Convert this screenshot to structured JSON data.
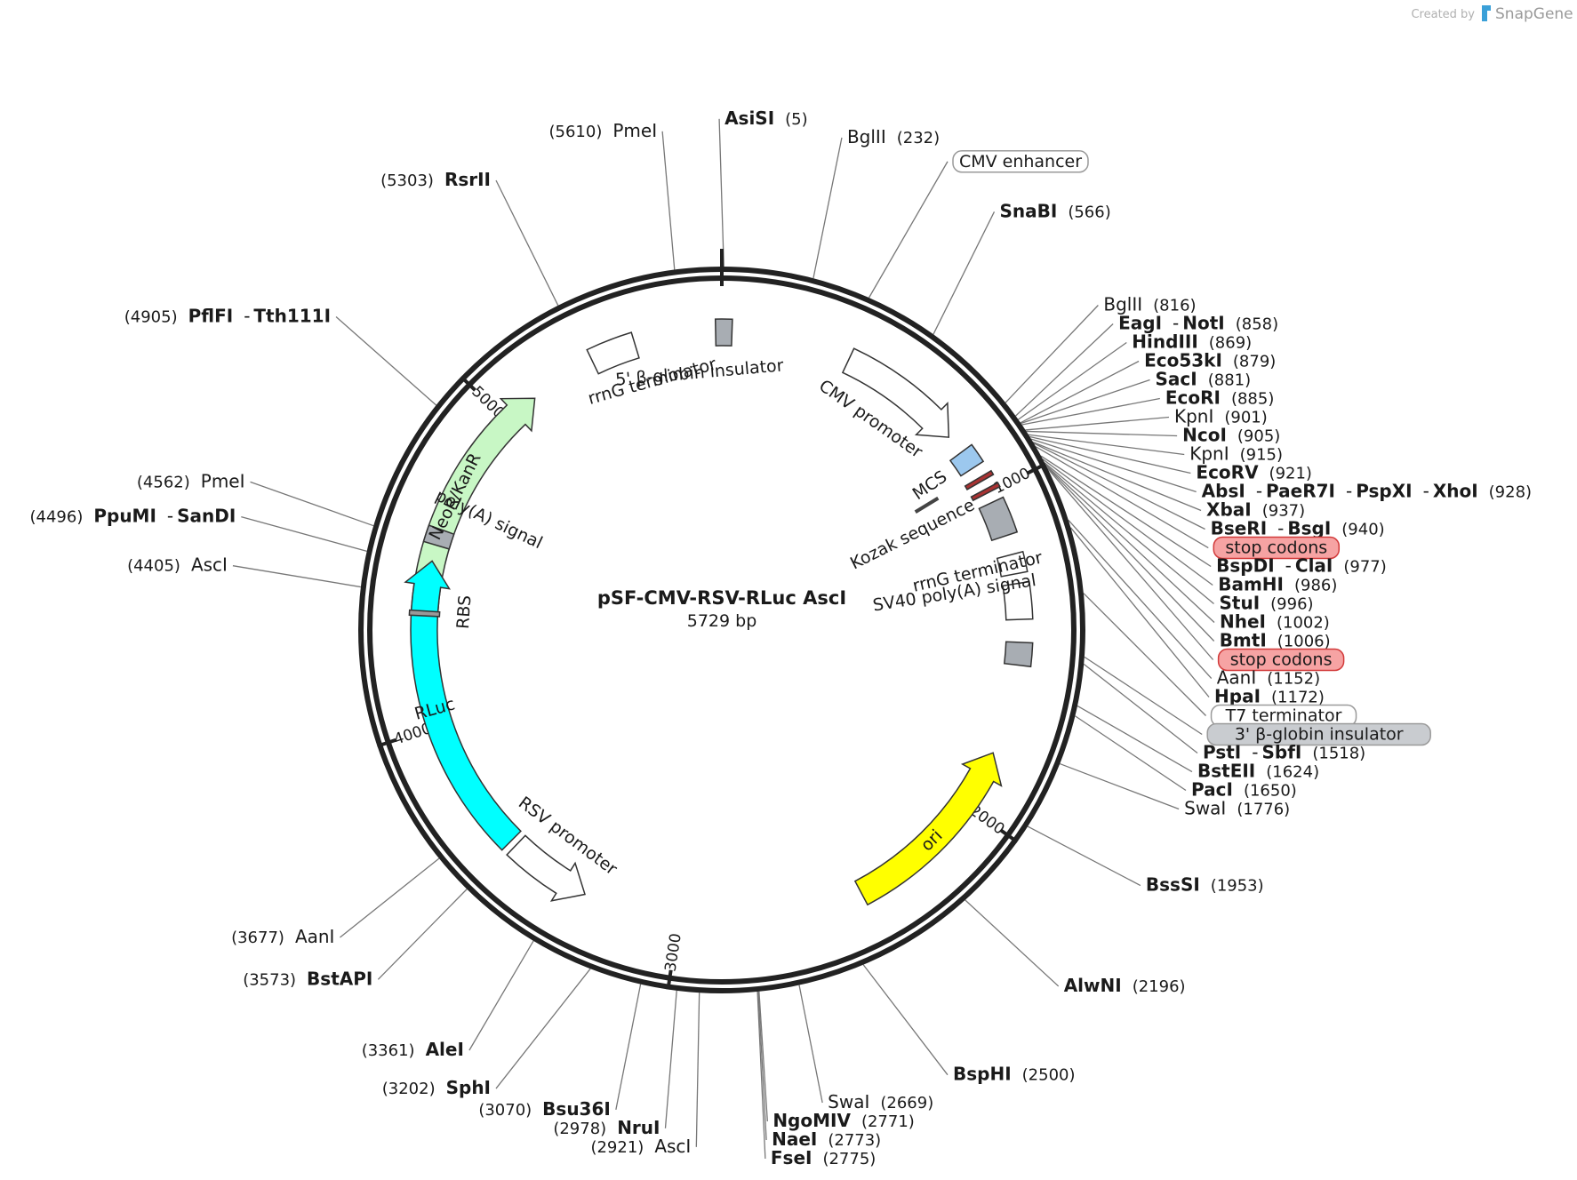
{
  "plasmid": {
    "name": "pSF-CMV-RSV-RLuc AscI",
    "length_label": "5729 bp",
    "length": 5729
  },
  "branding": {
    "created_by": "Created by",
    "product": "SnapGene",
    "logo_color": "#3aa0d8"
  },
  "ticks": [
    {
      "pos": 1000,
      "label": "1000"
    },
    {
      "pos": 2000,
      "label": "2000"
    },
    {
      "pos": 3000,
      "label": "3000"
    },
    {
      "pos": 4000,
      "label": "4000"
    },
    {
      "pos": 5000,
      "label": "5000"
    }
  ],
  "features": [
    {
      "name": "NeoR/KanR",
      "start": 4350,
      "end": 5110,
      "dir": 1,
      "kind": "arrow",
      "color": "#c8f7c5"
    },
    {
      "name": "rrnG terminator",
      "start": 5320,
      "end": 5460,
      "dir": 0,
      "kind": "box",
      "color": "#ffffff"
    },
    {
      "name": "5' β-globin insulator",
      "start": 5710,
      "end": 5760,
      "dir": 0,
      "kind": "box",
      "color": "#a8adb3"
    },
    {
      "name": "CMV promoter",
      "start": 400,
      "end": 790,
      "dir": 1,
      "kind": "arrow",
      "color": "#ffffff"
    },
    {
      "name": "MCS",
      "start": 850,
      "end": 910,
      "dir": 0,
      "kind": "box",
      "color": "#9cc8ee"
    },
    {
      "name": "Kozak sequence",
      "start": 933,
      "end": 940,
      "dir": 0,
      "kind": "tick",
      "color": "#444444"
    },
    {
      "name": "stop codons",
      "start": 945,
      "end": 958,
      "dir": 0,
      "kind": "band",
      "color": "#a83232"
    },
    {
      "name": "stop codons",
      "start": 985,
      "end": 998,
      "dir": 0,
      "kind": "band",
      "color": "#a83232"
    },
    {
      "name": "SV40 poly(A) signal",
      "start": 1030,
      "end": 1140,
      "dir": 0,
      "kind": "box",
      "color": "#a8adb3"
    },
    {
      "name": "rrnG terminator",
      "start": 1200,
      "end": 1260,
      "dir": 0,
      "kind": "box",
      "color": "#ffffff"
    },
    {
      "name": "T7 terminator",
      "start": 1290,
      "end": 1400,
      "dir": 0,
      "kind": "box",
      "color": "#ffffff"
    },
    {
      "name": "3' β-globin insulator",
      "start": 1470,
      "end": 1540,
      "dir": 0,
      "kind": "box",
      "color": "#a8adb3"
    },
    {
      "name": "ori",
      "start": 1820,
      "end": 2420,
      "dir": -1,
      "kind": "arrow",
      "color": "#ffff00"
    },
    {
      "name": "RSV promoter",
      "start": 3300,
      "end": 3560,
      "dir": -1,
      "kind": "arrow",
      "color": "#ffffff"
    },
    {
      "name": "RLuc",
      "start": 3580,
      "end": 4510,
      "dir": 1,
      "kind": "arrow",
      "color": "#00ffff"
    },
    {
      "name": "poly(A) signal",
      "start": 4560,
      "end": 4610,
      "dir": 0,
      "kind": "box",
      "color": "#a8adb3"
    },
    {
      "name": "RBS",
      "start": 4340,
      "end": 4355,
      "dir": 0,
      "kind": "band",
      "color": "#999999"
    }
  ],
  "feature_labels": [
    {
      "text": "NeoR/KanR",
      "boxed": false
    },
    {
      "text": "rrnG terminator",
      "boxed": false
    },
    {
      "text": "5' β-globin insulator",
      "boxed": false
    },
    {
      "text": "CMV promoter",
      "boxed": false
    },
    {
      "text": "MCS",
      "boxed": false
    },
    {
      "text": "Kozak sequence",
      "boxed": false
    },
    {
      "text": "rrnG terminator",
      "boxed": false
    },
    {
      "text": "SV40 poly(A) signal",
      "boxed": false
    },
    {
      "text": "ori",
      "boxed": false
    },
    {
      "text": "RSV promoter",
      "boxed": false
    },
    {
      "text": "RLuc",
      "boxed": false
    },
    {
      "text": "poly(A) signal",
      "boxed": false
    },
    {
      "text": "RBS",
      "boxed": false
    }
  ],
  "sites": [
    {
      "names": [
        "AsiSI"
      ],
      "pos": "(5)",
      "bold": true,
      "at": 5
    },
    {
      "names": [
        "PmeI"
      ],
      "pos": "(5610)",
      "bold": false,
      "at": 5610
    },
    {
      "names": [
        "BglII"
      ],
      "pos": "(232)",
      "bold": false,
      "at": 232
    },
    {
      "names": [
        "CMV enhancer"
      ],
      "pos": "",
      "bold": false,
      "at": 380,
      "feature_label": "plain"
    },
    {
      "names": [
        "SnaBI"
      ],
      "pos": "(566)",
      "bold": true,
      "at": 566
    },
    {
      "names": [
        "BglII"
      ],
      "pos": "(816)",
      "bold": false,
      "at": 816
    },
    {
      "names": [
        "EagI",
        "NotI"
      ],
      "pos": "(858)",
      "bold": true,
      "at": 858
    },
    {
      "names": [
        "HindIII"
      ],
      "pos": "(869)",
      "bold": true,
      "at": 869
    },
    {
      "names": [
        "Eco53kI"
      ],
      "pos": "(879)",
      "bold": true,
      "at": 879
    },
    {
      "names": [
        "SacI"
      ],
      "pos": "(881)",
      "bold": true,
      "at": 881
    },
    {
      "names": [
        "EcoRI"
      ],
      "pos": "(885)",
      "bold": true,
      "at": 885
    },
    {
      "names": [
        "KpnI"
      ],
      "pos": "(901)",
      "bold": false,
      "at": 901
    },
    {
      "names": [
        "NcoI"
      ],
      "pos": "(905)",
      "bold": true,
      "at": 905
    },
    {
      "names": [
        "KpnI"
      ],
      "pos": "(915)",
      "bold": false,
      "at": 915
    },
    {
      "names": [
        "EcoRV"
      ],
      "pos": "(921)",
      "bold": true,
      "at": 921
    },
    {
      "names": [
        "AbsI",
        "PaeR7I",
        "PspXI",
        "XhoI"
      ],
      "pos": "(928)",
      "bold": true,
      "at": 928
    },
    {
      "names": [
        "XbaI"
      ],
      "pos": "(937)",
      "bold": true,
      "at": 937
    },
    {
      "names": [
        "BseRI",
        "BsgI"
      ],
      "pos": "(940)",
      "bold": true,
      "at": 940
    },
    {
      "names": [
        "stop codons"
      ],
      "pos": "",
      "bold": false,
      "at": 950,
      "feature_label": "red"
    },
    {
      "names": [
        "BspDI",
        "ClaI"
      ],
      "pos": "(977)",
      "bold": true,
      "at": 977
    },
    {
      "names": [
        "BamHI"
      ],
      "pos": "(986)",
      "bold": true,
      "at": 986
    },
    {
      "names": [
        "StuI"
      ],
      "pos": "(996)",
      "bold": true,
      "at": 996
    },
    {
      "names": [
        "NheI"
      ],
      "pos": "(1002)",
      "bold": true,
      "at": 1002
    },
    {
      "names": [
        "BmtI"
      ],
      "pos": "(1006)",
      "bold": true,
      "at": 1006
    },
    {
      "names": [
        "stop codons"
      ],
      "pos": "",
      "bold": false,
      "at": 1012,
      "feature_label": "red"
    },
    {
      "names": [
        "AanI"
      ],
      "pos": "(1152)",
      "bold": false,
      "at": 1152
    },
    {
      "names": [
        "HpaI"
      ],
      "pos": "(1172)",
      "bold": true,
      "at": 1172
    },
    {
      "names": [
        "T7 terminator"
      ],
      "pos": "",
      "bold": false,
      "at": 1340,
      "feature_label": "plain"
    },
    {
      "names": [
        "PstI",
        "SbfI"
      ],
      "pos": "(1518)",
      "bold": true,
      "at": 1518
    },
    {
      "names": [
        "3' β-globin insulator"
      ],
      "pos": "",
      "bold": false,
      "at": 1500,
      "feature_label": "gray"
    },
    {
      "names": [
        "BstEII"
      ],
      "pos": "(1624)",
      "bold": true,
      "at": 1624
    },
    {
      "names": [
        "PacI"
      ],
      "pos": "(1650)",
      "bold": true,
      "at": 1650
    },
    {
      "names": [
        "SwaI"
      ],
      "pos": "(1776)",
      "bold": false,
      "at": 1776
    },
    {
      "names": [
        "BssSI"
      ],
      "pos": "(1953)",
      "bold": true,
      "at": 1953
    },
    {
      "names": [
        "AlwNI"
      ],
      "pos": "(2196)",
      "bold": true,
      "at": 2196
    },
    {
      "names": [
        "BspHI"
      ],
      "pos": "(2500)",
      "bold": true,
      "at": 2500
    },
    {
      "names": [
        "SwaI"
      ],
      "pos": "(2669)",
      "bold": false,
      "at": 2669
    },
    {
      "names": [
        "NgoMIV"
      ],
      "pos": "(2771)",
      "bold": true,
      "at": 2771
    },
    {
      "names": [
        "NaeI"
      ],
      "pos": "(2773)",
      "bold": true,
      "at": 2773
    },
    {
      "names": [
        "FseI"
      ],
      "pos": "(2775)",
      "bold": true,
      "at": 2775
    },
    {
      "names": [
        "AscI"
      ],
      "pos": "(2921)",
      "bold": false,
      "at": 2921
    },
    {
      "names": [
        "NruI"
      ],
      "pos": "(2978)",
      "bold": true,
      "at": 2978
    },
    {
      "names": [
        "Bsu36I"
      ],
      "pos": "(3070)",
      "bold": true,
      "at": 3070
    },
    {
      "names": [
        "SphI"
      ],
      "pos": "(3202)",
      "bold": true,
      "at": 3202
    },
    {
      "names": [
        "AleI"
      ],
      "pos": "(3361)",
      "bold": true,
      "at": 3361
    },
    {
      "names": [
        "BstAPI"
      ],
      "pos": "(3573)",
      "bold": true,
      "at": 3573
    },
    {
      "names": [
        "AanI"
      ],
      "pos": "(3677)",
      "bold": false,
      "at": 3677
    },
    {
      "names": [
        "AscI"
      ],
      "pos": "(4405)",
      "bold": false,
      "at": 4405
    },
    {
      "names": [
        "PpuMI",
        "SanDI"
      ],
      "pos": "(4496)",
      "bold": true,
      "at": 4496
    },
    {
      "names": [
        "PmeI"
      ],
      "pos": "(4562)",
      "bold": false,
      "at": 4562
    },
    {
      "names": [
        "PflFI",
        "Tth111I"
      ],
      "pos": "(4905)",
      "bold": true,
      "at": 4905
    },
    {
      "names": [
        "RsrII"
      ],
      "pos": "(5303)",
      "bold": true,
      "at": 5303
    }
  ]
}
